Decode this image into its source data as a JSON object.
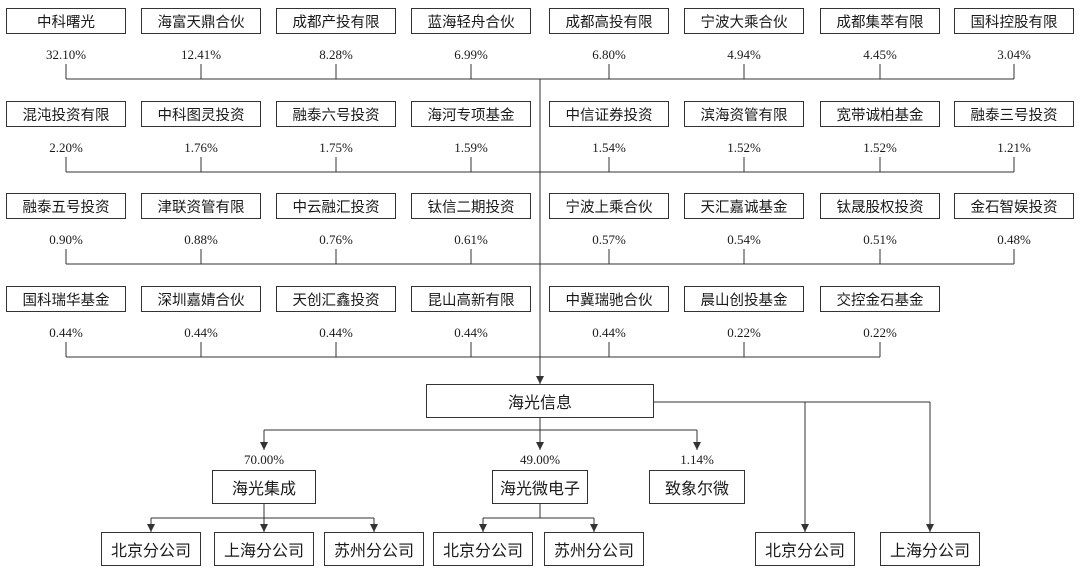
{
  "shareholders": [
    [
      {
        "name": "中科曙光",
        "pct": "32.10%"
      },
      {
        "name": "海富天鼎合伙",
        "pct": "12.41%"
      },
      {
        "name": "成都产投有限",
        "pct": "8.28%"
      },
      {
        "name": "蓝海轻舟合伙",
        "pct": "6.99%"
      },
      {
        "name": "成都高投有限",
        "pct": "6.80%"
      },
      {
        "name": "宁波大乘合伙",
        "pct": "4.94%"
      },
      {
        "name": "成都集萃有限",
        "pct": "4.45%"
      },
      {
        "name": "国科控股有限",
        "pct": "3.04%"
      }
    ],
    [
      {
        "name": "混沌投资有限",
        "pct": "2.20%"
      },
      {
        "name": "中科图灵投资",
        "pct": "1.76%"
      },
      {
        "name": "融泰六号投资",
        "pct": "1.75%"
      },
      {
        "name": "海河专项基金",
        "pct": "1.59%"
      },
      {
        "name": "中信证券投资",
        "pct": "1.54%"
      },
      {
        "name": "滨海资管有限",
        "pct": "1.52%"
      },
      {
        "name": "宽带诚柏基金",
        "pct": "1.52%"
      },
      {
        "name": "融泰三号投资",
        "pct": "1.21%"
      }
    ],
    [
      {
        "name": "融泰五号投资",
        "pct": "0.90%"
      },
      {
        "name": "津联资管有限",
        "pct": "0.88%"
      },
      {
        "name": "中云融汇投资",
        "pct": "0.76%"
      },
      {
        "name": "钛信二期投资",
        "pct": "0.61%"
      },
      {
        "name": "宁波上乘合伙",
        "pct": "0.57%"
      },
      {
        "name": "天汇嘉诚基金",
        "pct": "0.54%"
      },
      {
        "name": "钛晟股权投资",
        "pct": "0.51%"
      },
      {
        "name": "金石智娱投资",
        "pct": "0.48%"
      }
    ],
    [
      {
        "name": "国科瑞华基金",
        "pct": "0.44%"
      },
      {
        "name": "深圳嘉婧合伙",
        "pct": "0.44%"
      },
      {
        "name": "天创汇鑫投资",
        "pct": "0.44%"
      },
      {
        "name": "昆山高新有限",
        "pct": "0.44%"
      },
      {
        "name": "中冀瑞驰合伙",
        "pct": "0.44%"
      },
      {
        "name": "晨山创投基金",
        "pct": "0.22%"
      },
      {
        "name": "交控金石基金",
        "pct": "0.22%"
      }
    ]
  ],
  "company": {
    "name": "海光信息"
  },
  "subsidiaries": [
    {
      "name": "海光集成",
      "pct": "70.00%",
      "branches": [
        "北京分公司",
        "上海分公司",
        "苏州分公司"
      ]
    },
    {
      "name": "海光微电子",
      "pct": "49.00%",
      "branches": [
        "北京分公司",
        "苏州分公司"
      ]
    },
    {
      "name": "致象尔微",
      "pct": "1.14%",
      "branches": []
    }
  ],
  "direct_branches": [
    "北京分公司",
    "上海分公司"
  ],
  "colors": {
    "line": "#333333",
    "border": "#333333"
  }
}
